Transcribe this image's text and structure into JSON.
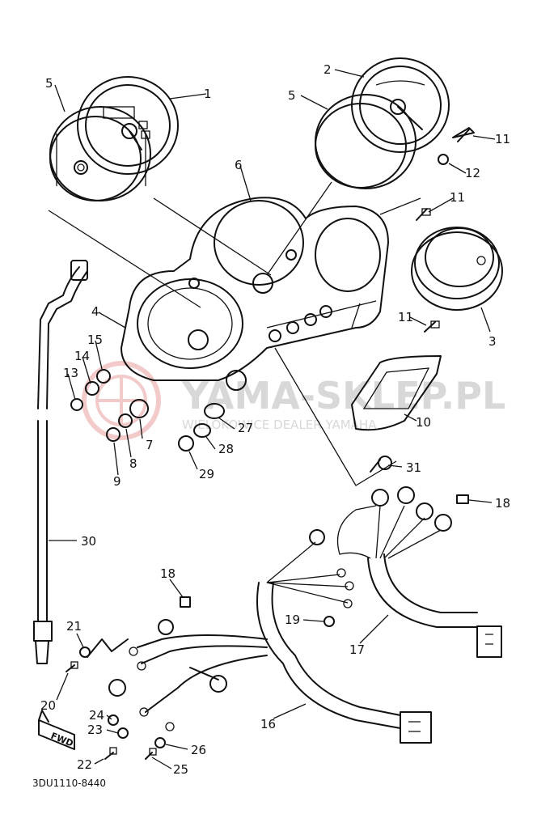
{
  "callouts": [
    "1",
    "2",
    "3",
    "4",
    "5",
    "5",
    "6",
    "7",
    "8",
    "9",
    "10",
    "11",
    "11",
    "11",
    "12",
    "13",
    "14",
    "15",
    "16",
    "17",
    "18",
    "18",
    "19",
    "20",
    "21",
    "22",
    "23",
    "24",
    "25",
    "26",
    "27",
    "28",
    "29",
    "30",
    "31"
  ],
  "part_number": "3DU1110-8440",
  "fwd_label": "FWD",
  "watermark": {
    "brand": "YAMA-SKLEP.PL",
    "sub": "WIELOKOWICE  DEALER  YAMAHA"
  },
  "colors": {
    "line": "#111111",
    "watermark": "#d8d8d8",
    "watermark_logo": "#e8a0a0"
  }
}
